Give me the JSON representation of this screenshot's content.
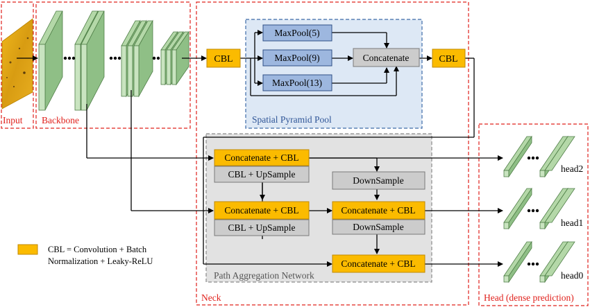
{
  "labels": {
    "input": "Input",
    "backbone": "Backbone",
    "neck": "Neck",
    "head": "Head (dense prediction)",
    "spp": "Spatial Pyramid Pool",
    "pan": "Path Aggregation Network",
    "cbl_left": "CBL",
    "cbl_right": "CBL",
    "maxpool5": "MaxPool(5)",
    "maxpool9": "MaxPool(9)",
    "maxpool13": "MaxPool(13)",
    "concat_spp": "Concatenate",
    "concat_cbl_1": "Concatenate + CBL",
    "upsample_1": "CBL + UpSample",
    "concat_cbl_2": "Concatenate + CBL",
    "upsample_2": "CBL + UpSample",
    "downsample_1": "DownSample",
    "concat_cbl_3": "Concatenate + CBL",
    "downsample_2": "DownSample",
    "concat_cbl_4": "Concatenate + CBL",
    "head2": "head2",
    "head1": "head1",
    "head0": "head0",
    "legend_line1": "CBL = Convolution + Batch",
    "legend_line2": "Normalization + Leaky-ReLU"
  },
  "colors": {
    "red_dash": "#e0201b",
    "cbl_fill": "#fbbb00",
    "cbl_border": "#c08a00",
    "maxpool_fill": "#9db7df",
    "maxpool_border": "#2f4f86",
    "gray_fill": "#cccccc",
    "gray_border": "#7a7a7a",
    "spp_bg": "#dde8f5",
    "spp_border": "#3d6aa8",
    "pan_bg": "#e2e2e2",
    "pan_border": "#8a8a8a",
    "layer_front": "#c9e4c0",
    "layer_side": "#8fbf86",
    "layer_border": "#4f7e47"
  }
}
